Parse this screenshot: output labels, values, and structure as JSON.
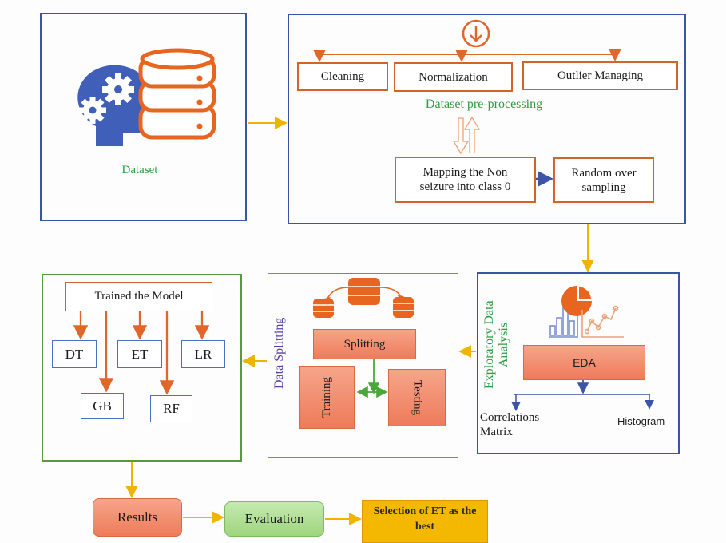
{
  "dataset": {
    "label": "Dataset"
  },
  "preprocessing": {
    "title": "Dataset pre-processing",
    "steps": [
      "Cleaning",
      "Normalization",
      "Outlier Managing"
    ],
    "mapping_label": "Mapping the Non seizure into class 0",
    "oversampling_label": "Random over sampling"
  },
  "eda": {
    "title": "Exploratory Data Analysis",
    "box_label": "EDA",
    "outputs": [
      "Correlations Matrix",
      "Histogram"
    ]
  },
  "splitting": {
    "title": "Data Splitting",
    "box_label": "Splitting",
    "training_label": "Training",
    "testing_label": "Testing"
  },
  "training": {
    "title": "Trained the Model",
    "models": [
      "DT",
      "ET",
      "LR",
      "GB",
      "RF"
    ]
  },
  "results_flow": {
    "results_label": "Results",
    "evaluation_label": "Evaluation",
    "selection_label": "Selection of ET as the best"
  },
  "colors": {
    "frame_blue": "#3a55a8",
    "frame_green": "#5a9a3a",
    "accent_orange": "#e0662a",
    "arrow_yellow": "#f0b400",
    "label_green": "#2e9a3f",
    "label_purple": "#5a3fa8",
    "selection_fill": "#f5b800"
  }
}
